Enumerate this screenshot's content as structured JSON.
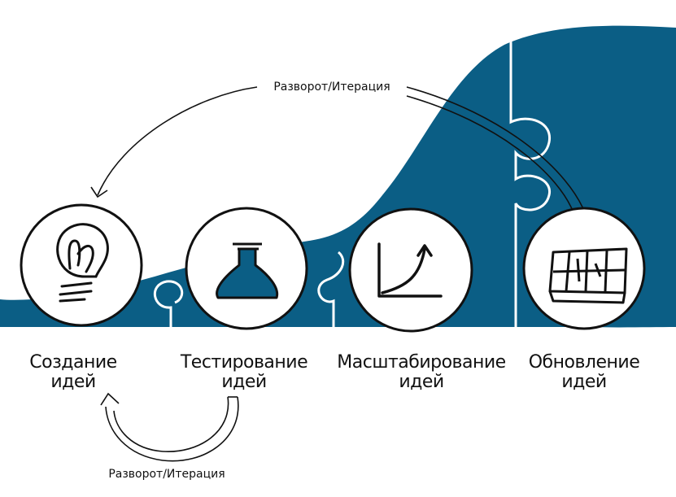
{
  "colors": {
    "puzzle_fill": "#0b5e85",
    "ink": "#111111",
    "background": "#ffffff"
  },
  "loops": {
    "top_label": "Разворот/Итерация",
    "bottom_label": "Разворот/Итерация"
  },
  "stages": [
    {
      "icon": "lightbulb-icon",
      "line1": "Создание",
      "line2": "идей"
    },
    {
      "icon": "flask-icon",
      "line1": "Тестирование",
      "line2": "идей"
    },
    {
      "icon": "growth-chart-icon",
      "line1": "Масштабирование",
      "line2": "идей"
    },
    {
      "icon": "puzzle-grid-icon",
      "line1": "Обновление",
      "line2": "идей"
    }
  ]
}
